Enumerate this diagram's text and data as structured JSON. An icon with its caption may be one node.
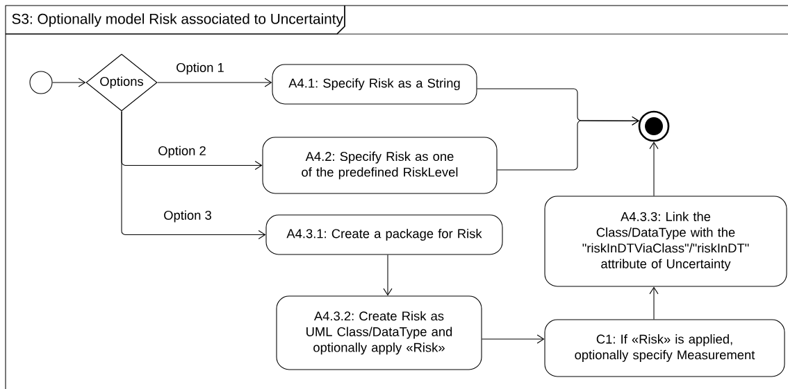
{
  "diagram": {
    "nodes": [
      {
        "text": [
          "S3: Optionally model Risk associated to Uncertainty"
        ]
      },
      {
        "text": [],
        "shape": "circle",
        "in": 0
      },
      {
        "text": [
          "Options"
        ],
        "in": 0
      },
      {
        "text": [
          "A4.1: Specify Risk as a String"
        ],
        "in": 0
      },
      {
        "text": [
          "A4.2: Specify Risk as one of the predefined RiskLevel"
        ],
        "in": 0
      },
      {
        "text": [
          "A4.3.1: Create a package for Risk"
        ],
        "in": 0
      },
      {
        "text": [
          "A4.3.2: Create Risk as UML Class/DataType and optionally apply «Risk»"
        ],
        "in": 0
      },
      {
        "text": [
          "C1: If «Risk» is applied, optionally specify Measurement"
        ],
        "in": 0
      },
      {
        "text": [
          "A4.3.3: Link the Class/DataType with the \"riskInDTViaClass\"/\"riskInDT\" attribute of Uncertainty"
        ],
        "in": 0
      },
      {
        "text": [],
        "shape": "circle",
        "in": 0
      }
    ],
    "edges": [
      {
        "from": 1,
        "to": 2,
        "arrow": "to"
      },
      {
        "from": 2,
        "to": 3,
        "arrow": "to",
        "label": "Option 1"
      },
      {
        "from": 2,
        "to": 4,
        "arrow": "to",
        "label": "Option 2"
      },
      {
        "from": 2,
        "to": 5,
        "arrow": "to",
        "label": "Option 3"
      },
      {
        "from": 3,
        "to": 9,
        "arrow": "to"
      },
      {
        "from": 4,
        "to": 9,
        "arrow": "to"
      },
      {
        "from": 5,
        "to": 6,
        "arrow": "to"
      },
      {
        "from": 6,
        "to": 7,
        "arrow": "to"
      },
      {
        "from": 7,
        "to": 8,
        "arrow": "to"
      },
      {
        "from": 8,
        "to": 9,
        "arrow": "to"
      }
    ]
  }
}
